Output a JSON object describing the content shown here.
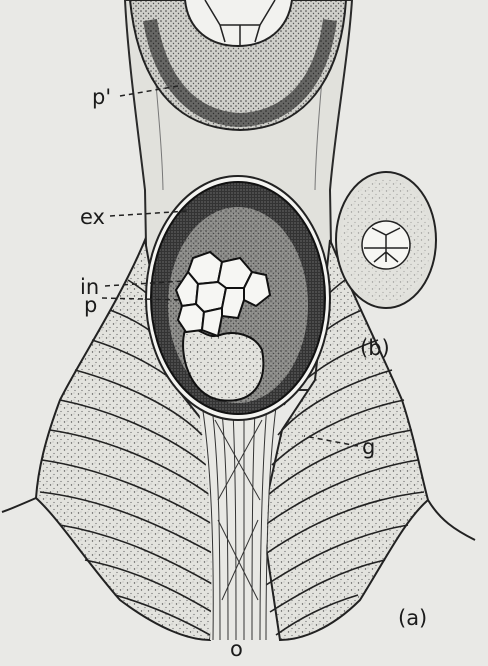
{
  "labels": {
    "p_prime": "p'",
    "ex": "ex",
    "in": "in",
    "p": "p",
    "g": "g",
    "o": "o"
  },
  "panels": {
    "a": "(a)",
    "b": "(b)"
  }
}
